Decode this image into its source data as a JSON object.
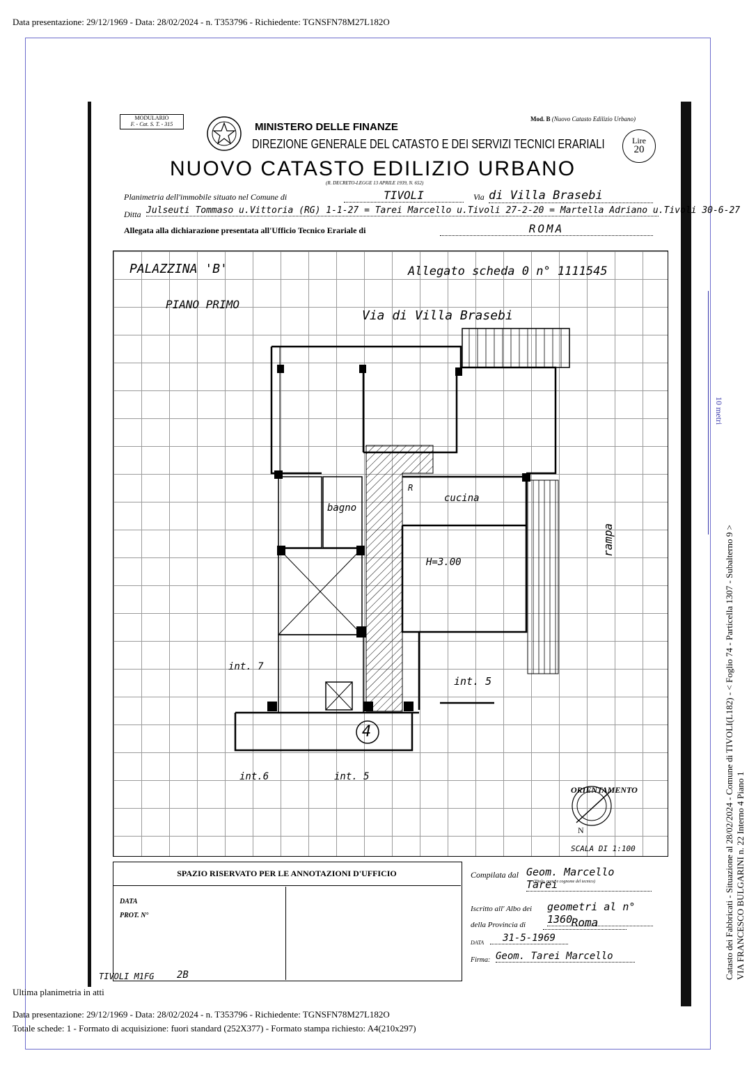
{
  "header_top": "Data presentazione: 29/12/1969 - Data: 28/02/2024 - n. T353796 - Richiedente: TGNSFN78M27L182O",
  "form": {
    "modulario_line1": "MODULARIO",
    "modulario_line2": "F. - Cat. S. T. - 315",
    "mod_b_prefix": "Mod. B",
    "mod_b_rest": "(Nuovo Catasto Edilizio Urbano)",
    "ministry": "MINISTERO DELLE FINANZE",
    "direction": "DIREZIONE GENERALE DEL CATASTO E DEI SERVIZI TECNICI ERARIALI",
    "title": "NUOVO CATASTO EDILIZIO URBANO",
    "decree": "(R. DECRETO-LEGGE 13 APRILE 1939, N. 652)",
    "lire_label": "Lire",
    "lire_value": "20",
    "comune_label": "Planimetria dell'immobile situato nel Comune di",
    "comune_value": "TIVOLI",
    "via_label": "Via",
    "via_value": "di Villa Brasebi",
    "ditta_label": "Ditta",
    "ditta_value": "Julseuti Tommaso u.Vittoria (RG) 1-1-27 = Tarei Marcello u.Tivoli 27-2-20 = Martella Adriano u.Tivoli 30-6-27",
    "allegata_label": "Allegata alla dichiarazione presentata all'Ufficio Tecnico Erariale di",
    "allegata_value": "ROMA"
  },
  "plan": {
    "building": "PALAZZINA 'B'",
    "floor": "PIANO PRIMO",
    "allegato": "Allegato scheda 0  n° 1111545",
    "street": "Via di Villa Brasebi",
    "bagno": "bagno",
    "cucina": "cucina",
    "r": "R",
    "height": "H=3.00",
    "rampa": "rampa",
    "int7": "int. 7",
    "int5_right": "int. 5",
    "int6": "int.6",
    "int5_bottom": "int. 5",
    "unit_number": "4",
    "orientamento": "ORIENTAMENTO",
    "north": "N",
    "scala": "SCALA DI 1:100"
  },
  "annotations": {
    "title": "SPAZIO RISERVATO PER LE ANNOTAZIONI D'UFFICIO",
    "data_label": "DATA",
    "prot_label": "PROT. N°",
    "stamp": "TIVOLI M1FG",
    "stamp_code": "2B"
  },
  "compiler": {
    "compilata_label": "Compilata dal",
    "compilata_value": "Geom. Marcello Tarei",
    "compilata_note": "(Titolo, nome e cognome del tecnico)",
    "albo_label": "Iscritto all' Albo dei",
    "albo_value": "geometri al n° 1360",
    "provincia_label": "della Provincia di",
    "provincia_value": "Roma",
    "data_label": "DATA",
    "data_value": "31-5-1969",
    "firma_label": "Firma:",
    "firma_value": "Geom. Tarei Marcello"
  },
  "scale_bar": "10 metri",
  "side_text_1": "Catasto dei Fabbricati - Situazione al 28/02/2024 - Comune di TIVOLI(L182) - <  Foglio 74 - Particella  1307 - Subalterno 9 >",
  "side_text_2": "VIA FRANCESCO BULGARINI n. 22  Interno 4 Piano 1",
  "ultima": "Ultima planimetria in atti",
  "footer_1": "Data presentazione: 29/12/1969 - Data: 28/02/2024 - n. T353796 - Richiedente: TGNSFN78M27L182O",
  "footer_2": "Totale schede: 1 - Formato di acquisizione: fuori standard (252X377) - Formato stampa richiesto: A4(210x297)"
}
